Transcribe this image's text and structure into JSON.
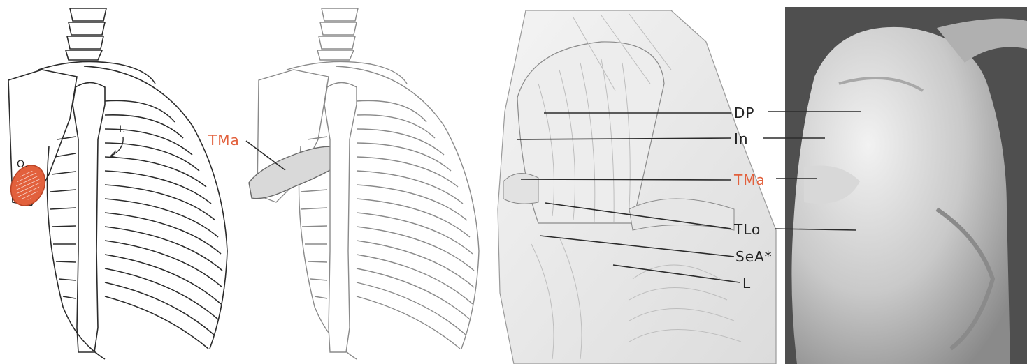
{
  "colors": {
    "accent": "#e2603c",
    "line": "#2b2b2b",
    "photo_bg": "#4f4f4f"
  },
  "panel1": {
    "origin_marker": "O.",
    "insertion_marker": "I."
  },
  "panel2": {
    "muscle_label": "TMa"
  },
  "panel3": {
    "labels": [
      {
        "id": "dp",
        "text": "DP",
        "accent": false
      },
      {
        "id": "in",
        "text": "In",
        "accent": false
      },
      {
        "id": "tma",
        "text": "TMa",
        "accent": true
      },
      {
        "id": "tlo",
        "text": "TLo",
        "accent": false
      },
      {
        "id": "sea",
        "text": "SeA*",
        "accent": false
      },
      {
        "id": "l",
        "text": "L",
        "accent": false
      }
    ]
  }
}
